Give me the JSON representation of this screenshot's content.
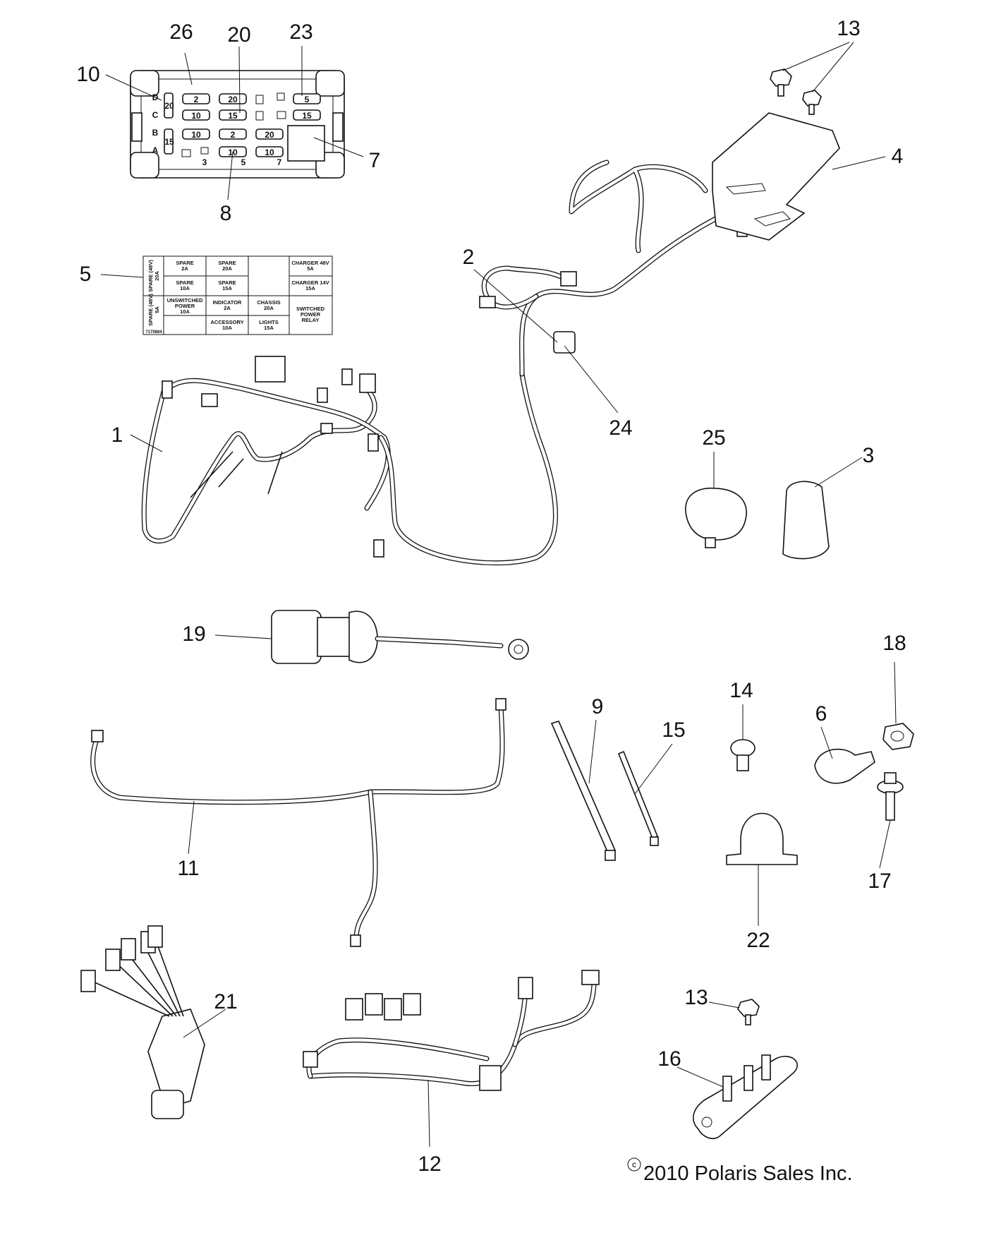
{
  "callouts": [
    "26",
    "20",
    "23",
    "10",
    "7",
    "8",
    "13",
    "4",
    "5",
    "2",
    "24",
    "1",
    "25",
    "3",
    "19",
    "18",
    "14",
    "9",
    "6",
    "15",
    "11",
    "17",
    "22",
    "21",
    "13",
    "16",
    "12"
  ],
  "fuse_box": {
    "row_letters": [
      "D",
      "C",
      "B",
      "A"
    ],
    "left_fuses": [
      "20",
      "15"
    ],
    "fuses": [
      "2",
      "20",
      "5",
      "10",
      "15",
      "15",
      "10",
      "2",
      "20",
      "10",
      "10"
    ],
    "small_marks": [
      "3",
      "5",
      "7"
    ]
  },
  "fuse_label": {
    "side_top": "SPARE (48V) 20A",
    "side_bottom": "SPARE (48V) 5A",
    "part_no": "7170884",
    "cells": {
      "spare_2a": [
        "SPARE",
        "2A"
      ],
      "spare_20a": [
        "SPARE",
        "20A"
      ],
      "charger_48v": [
        "CHARGER 48V",
        "5A"
      ],
      "spare_10a": [
        "SPARE",
        "10A"
      ],
      "spare_15a": [
        "SPARE",
        "15A"
      ],
      "charger_14v": [
        "CHARGER 14V",
        "15A"
      ],
      "unswitched": [
        "UNSWITCHED",
        "POWER",
        "10A"
      ],
      "indicator": [
        "INDICATOR",
        "2A"
      ],
      "chassis": [
        "CHASSIS",
        "20A"
      ],
      "switched": [
        "SWITCHED",
        "POWER",
        "RELAY"
      ],
      "accessory": [
        "ACCESSORY",
        "10A"
      ],
      "lights": [
        "LIGHTS",
        "15A"
      ]
    }
  },
  "copyright": {
    "symbol": "c",
    "text": "2010 Polaris Sales Inc."
  }
}
